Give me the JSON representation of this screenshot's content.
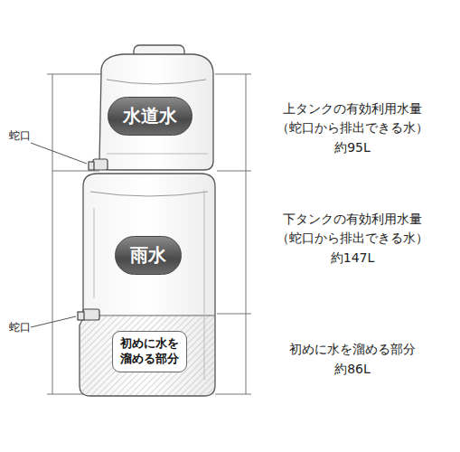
{
  "diagram": {
    "nodes": [
      {
        "text": [
          "水道水"
        ]
      },
      {
        "text": [
          "雨水"
        ]
      },
      {
        "text": [
          "初めに水を溜める部分"
        ]
      }
    ],
    "labels": [
      "上タンクの有効利用水量",
      "（蛇口から排出できる水）",
      "約95L",
      "蛇口",
      "下タンクの有効利用水量",
      "（蛇口から排出できる水）",
      "約147L",
      "蛇口",
      "初めに水を溜める部分",
      "約86L"
    ]
  }
}
